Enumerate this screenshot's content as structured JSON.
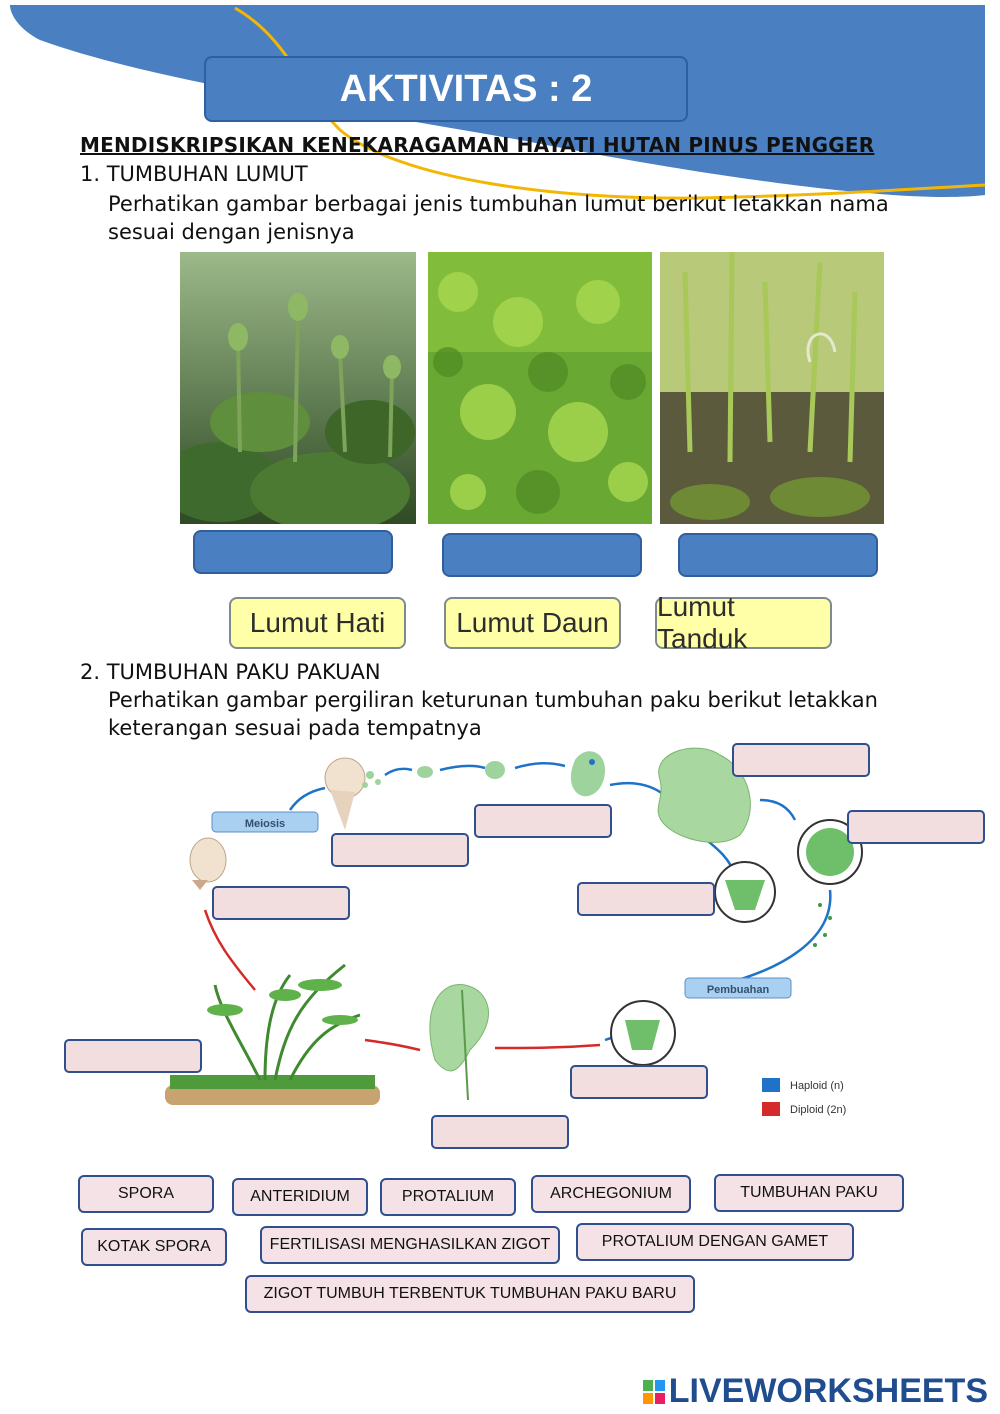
{
  "header": {
    "title": "AKTIVITAS : 2"
  },
  "heading": "MENDISKRIPSIKAN KENEKARAGAMAN HAYATI HUTAN PINUS PENGGER",
  "section1": {
    "title": "1. TUMBUHAN LUMUT",
    "instruction_line1": "Perhatikan gambar berbagai jenis tumbuhan lumut berikut letakkan nama",
    "instruction_line2": "sesuai dengan jenisnya",
    "labels": [
      "Lumut Hati",
      "Lumut Daun",
      "Lumut Tanduk"
    ]
  },
  "section2": {
    "title": "2. TUMBUHAN PAKU PAKUAN",
    "instruction_line1": "Perhatikan gambar pergiliran keturunan tumbuhan paku berikut letakkan",
    "instruction_line2": "keterangan sesuai pada tempatnya",
    "diagram": {
      "meiosis_label": "Meiosis",
      "fertilization_label": "Pembuahan",
      "legend": [
        {
          "label": "Haploid (n)",
          "color": "#1e73c8"
        },
        {
          "label": "Diploid (2n)",
          "color": "#d42a2a"
        }
      ]
    },
    "answer_chips": [
      "SPORA",
      "ANTERIDIUM",
      "PROTALIUM",
      "ARCHEGONIUM",
      "TUMBUHAN PAKU",
      "KOTAK SPORA",
      "FERTILISASI MENGHASILKAN ZIGOT",
      "PROTALIUM DENGAN GAMET",
      "ZIGOT TUMBUH TERBENTUK TUMBUHAN PAKU BARU"
    ]
  },
  "footer": {
    "brand": "LIVEWORKSHEETS"
  },
  "colors": {
    "accent_blue": "#4a7fc1",
    "label_yellow": "#ffffa8",
    "slot_pink": "#f2dede"
  }
}
